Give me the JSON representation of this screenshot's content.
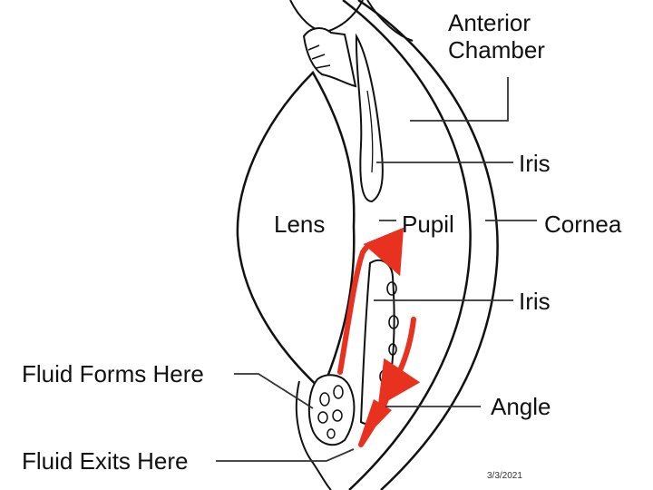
{
  "labels": {
    "anterior_chamber_line1": "Anterior",
    "anterior_chamber_line2": "Chamber",
    "iris_upper": "Iris",
    "lens": "Lens",
    "pupil": "Pupil",
    "cornea": "Cornea",
    "iris_lower": "Iris",
    "fluid_forms": "Fluid Forms Here",
    "angle": "Angle",
    "fluid_exits": "Fluid Exits Here"
  },
  "footer": {
    "date": "3/3/2021"
  },
  "colors": {
    "flow_arrow": "#e8321f",
    "outline": "#111111",
    "leader": "#333333"
  }
}
